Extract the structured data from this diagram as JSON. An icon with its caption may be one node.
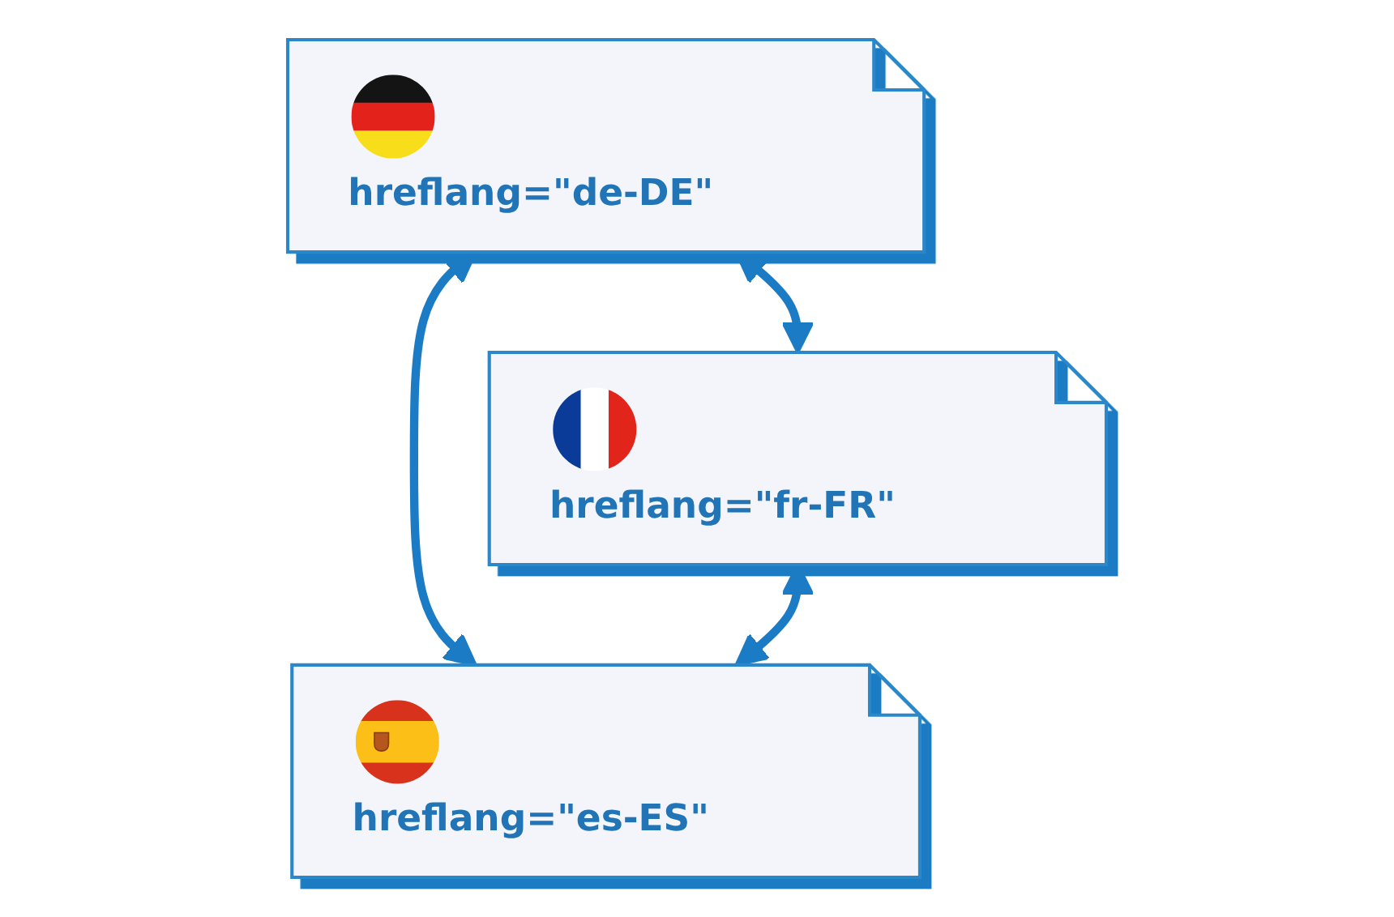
{
  "diagram": {
    "nodes": [
      {
        "text": [
          "hreflang=\"de-DE\""
        ]
      },
      {
        "text": [
          "hreflang=\"fr-FR\""
        ]
      },
      {
        "text": [
          "hreflang=\"es-ES\""
        ]
      }
    ],
    "edges": [
      {
        "from": 0,
        "to": 1,
        "arrow": "both"
      },
      {
        "from": 0,
        "to": 2,
        "arrow": "both"
      },
      {
        "from": 1,
        "to": 2,
        "arrow": "both"
      }
    ]
  }
}
